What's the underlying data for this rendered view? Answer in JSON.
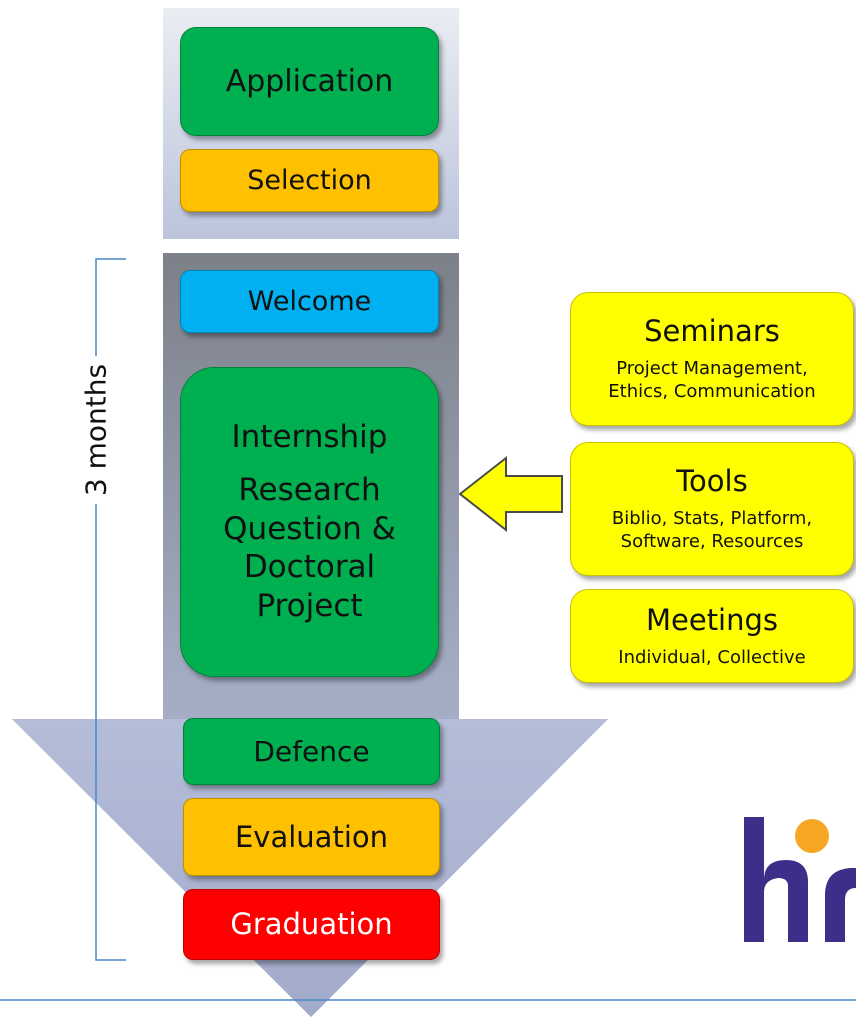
{
  "diagram": {
    "top_stage": {
      "items": [
        "Application",
        "Selection"
      ]
    },
    "main_stage": {
      "welcome": "Welcome",
      "internship": {
        "title": "Internship",
        "lines": [
          "Research",
          "Question &",
          "Doctoral",
          "Project"
        ]
      },
      "final": [
        "Defence",
        "Evaluation",
        "Graduation"
      ]
    },
    "duration": "3 months",
    "support": [
      {
        "title": "Seminars",
        "lines": [
          "Project Management,",
          "Ethics, Communication"
        ]
      },
      {
        "title": "Tools",
        "lines": [
          "Biblio, Stats, Platform,",
          "Software, Resources"
        ]
      },
      {
        "title": "Meetings",
        "lines": [
          "Individual, Collective"
        ]
      }
    ],
    "logo_text": "hr",
    "colors": {
      "green": "#00b050",
      "orange": "#ffc000",
      "blue": "#00b0f0",
      "red": "#ff0000",
      "yellow": "#ffff00",
      "arrow": "#a4aecb",
      "bracket": "#4a86c8",
      "logo_purple": "#3b2f8a",
      "logo_dot": "#f6a623"
    }
  }
}
